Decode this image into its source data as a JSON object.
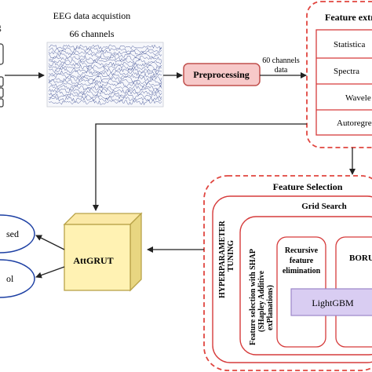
{
  "eeg": {
    "title_line1": "EEG data acquistion",
    "title_line2": "66 channels"
  },
  "preprocessing": {
    "label": "Preprocessing"
  },
  "channels_note": {
    "line1": "60 channels",
    "line2": "data"
  },
  "feature_extraction": {
    "title": "Feature extr",
    "items": [
      "Statistica",
      "Spectra",
      "Wavele",
      "Autoregre"
    ]
  },
  "feature_selection": {
    "title": "Feature Selection",
    "grid_search": "Grid Search",
    "hyperparameter_line1": "HYPERPARAMETER",
    "hyperparameter_line2": "TUNING",
    "shap_line1": "Feature selection with SHAP",
    "shap_line2": "(SHapley Additive",
    "shap_line3": "exPlanations)",
    "rfe_line1": "Recursive",
    "rfe_line2": "feature",
    "rfe_line3": "elimination",
    "boruta": "BORU",
    "lightgbm": "LightGBM"
  },
  "model": {
    "label": "AttGRUT"
  },
  "outputs": {
    "top_text": "sed",
    "bottom_text": "ol"
  },
  "colors": {
    "dashed_border": "#e0453f",
    "container_border": "#d63b3b",
    "preprocessing_fill": "#f7c9c9",
    "preprocessing_border": "#c0504d",
    "attgrut_fill": "#fff2b3",
    "attgrut_side": "#e8d681",
    "attgrut_border": "#b8a248",
    "lightgbm_fill": "#d9cdf2",
    "lightgbm_border": "#9b86c9",
    "ellipse_border": "#1c3fa3",
    "arrow": "#222222",
    "eeg_trace": "#2a3d88"
  }
}
